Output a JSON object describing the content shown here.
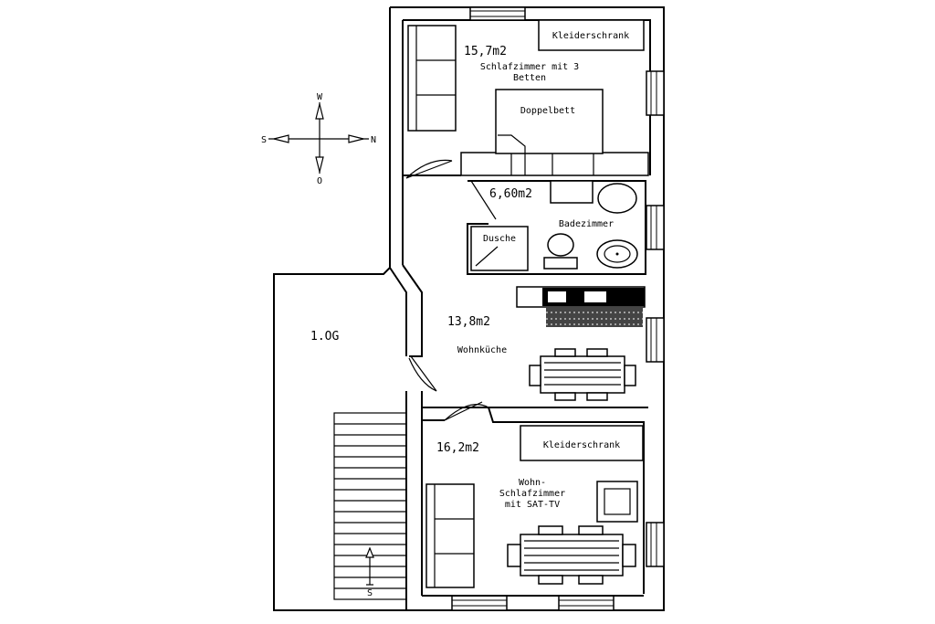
{
  "rooms": {
    "bedroom": {
      "area": "15,7m2",
      "name_line1": "Schlafzimmer mit 3",
      "name_line2": "Betten"
    },
    "bathroom": {
      "area": "6,60m2",
      "name": "Badezimmer"
    },
    "kitchen": {
      "area": "13,8m2",
      "name": "Wohnküche"
    },
    "living": {
      "area": "16,2m2",
      "name_line1": "Wohn-",
      "name_line2": "Schlafzimmer",
      "name_line3": "mit SAT-TV"
    },
    "stairwell": {
      "label": "1.OG"
    }
  },
  "furniture": {
    "wardrobe_top": "Kleiderschrank",
    "double_bed": "Doppelbett",
    "shower": "Dusche",
    "wardrobe_bottom": "Kleiderschrank"
  },
  "compass": {
    "north": "W",
    "south": "O",
    "west": "S",
    "east": "N"
  },
  "stairs": {
    "direction_label": "S"
  }
}
